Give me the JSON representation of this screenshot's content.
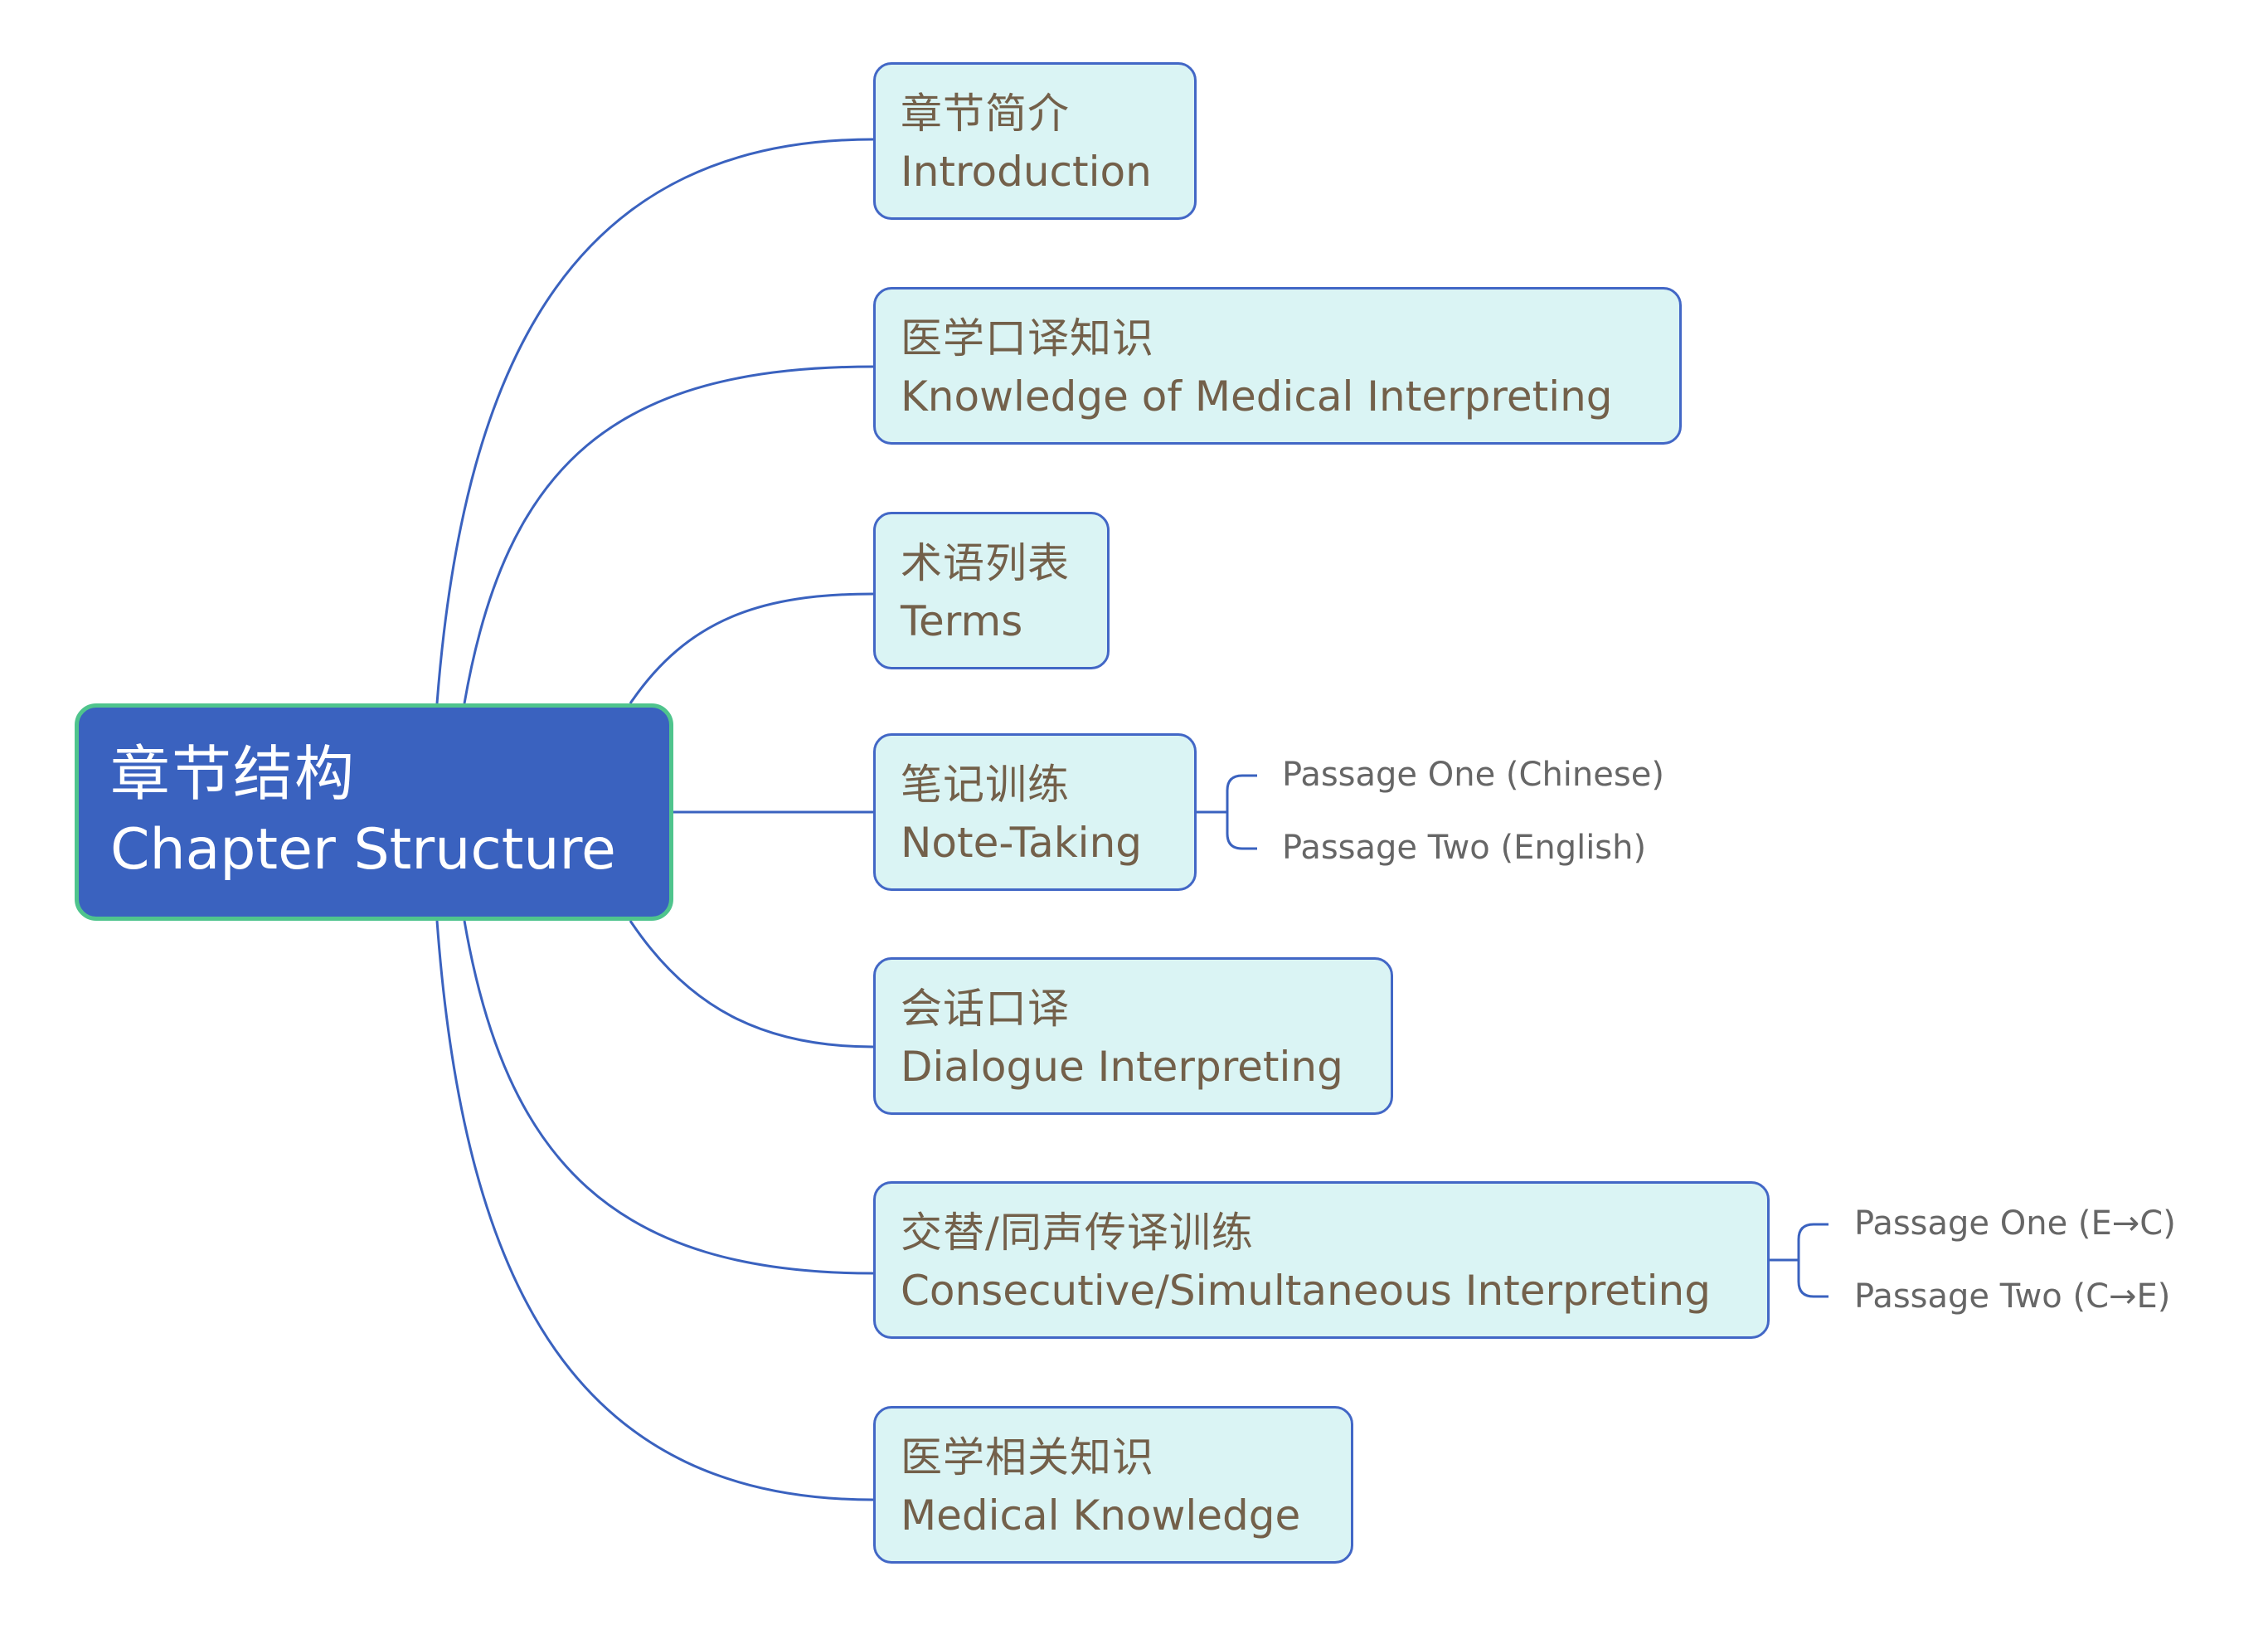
{
  "colors": {
    "root_fill": "#3a62bf",
    "root_border": "#4fc48d",
    "topic_fill": "#daf4f4",
    "topic_border": "#4267c6",
    "connector": "#3a62bf",
    "topic_text": "#73604a",
    "sub_text": "#666666"
  },
  "root": {
    "title_zh": "章节结构",
    "title_en": "Chapter Structure"
  },
  "topics": [
    {
      "zh": "章节简介",
      "en": "Introduction",
      "children": []
    },
    {
      "zh": "医学口译知识",
      "en": "Knowledge of Medical Interpreting",
      "children": []
    },
    {
      "zh": "术语列表",
      "en": "Terms",
      "children": []
    },
    {
      "zh": "笔记训练",
      "en": "Note-Taking",
      "children": [
        "Passage One (Chinese)",
        "Passage Two (English)"
      ]
    },
    {
      "zh": "会话口译",
      "en": "Dialogue Interpreting",
      "children": []
    },
    {
      "zh": "交替/同声传译训练",
      "en": "Consecutive/Simultaneous Interpreting",
      "children": [
        "Passage One (E→C)",
        "Passage Two (C→E)"
      ]
    },
    {
      "zh": "医学相关知识",
      "en": "Medical Knowledge",
      "children": []
    }
  ]
}
